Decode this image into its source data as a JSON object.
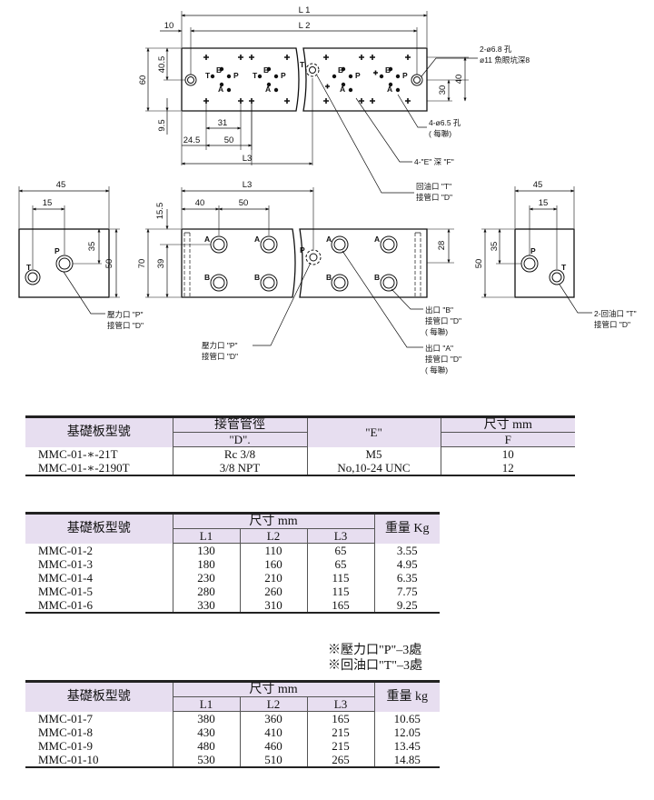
{
  "dims_top": {
    "L1": "L 1",
    "L2": "L 2",
    "d10": "10",
    "d60": "60",
    "d40_5": "40.5",
    "d9_5": "9.5",
    "d31": "31",
    "d24_5": "24.5",
    "d50": "50",
    "L3": "L3",
    "d30": "30",
    "d40": "40"
  },
  "callouts_top": {
    "hole2_a": "2-ø6.8 孔",
    "hole2_b": "ø11 魚眼坑深8",
    "hole4_a": "4-ø6.5 孔",
    "hole4_b": "( 每聯)",
    "ef": "4-\"E\" 深 \"F\"",
    "tport_a": "回油口 \"T\"",
    "tport_b": "接管口 \"D\""
  },
  "dims_left": {
    "d45": "45",
    "d15": "15",
    "d35": "35",
    "d50": "50"
  },
  "dims_front": {
    "L3": "L3",
    "d40": "40",
    "d50": "50",
    "d15_5": "15.5",
    "d70": "70",
    "d39": "39",
    "d28": "28"
  },
  "dims_right": {
    "d45": "45",
    "d15": "15",
    "d35": "35",
    "d50": "50"
  },
  "port_letters": {
    "A": "A",
    "B": "B",
    "P": "P",
    "T": "T"
  },
  "callouts_front": {
    "pleft_a": "壓力口 \"P\"",
    "pleft_b": "接管口 \"D\"",
    "pmid_a": "壓力口 \"P\"",
    "pmid_b": "接管口 \"D\"",
    "b_a": "出口 \"B\"",
    "b_b": "接管口 \"D\"",
    "b_c": "( 每聯)",
    "a_a": "出口 \"A\"",
    "a_b": "接管口 \"D\"",
    "a_c": "( 每聯)",
    "t2_a": "2-回油口 \"T\"",
    "t2_b": "接管口 \"D\""
  },
  "table1": {
    "h_model": "基礎板型號",
    "h_pipe": "接管管徑",
    "h_pipe_sub": "\"D\".",
    "h_e": "\"E\"",
    "h_size": "尺寸 mm",
    "h_f": "F",
    "rows": [
      {
        "model": "MMC-01-∗-21T",
        "d": "Rc 3/8",
        "e": "M5",
        "f": "10"
      },
      {
        "model": "MMC-01-∗-2190T",
        "d": "3/8 NPT",
        "e": "No,10-24 UNC",
        "f": "12"
      }
    ]
  },
  "table2": {
    "h_model": "基礎板型號",
    "h_size": "尺寸 mm",
    "h_l1": "L1",
    "h_l2": "L2",
    "h_l3": "L3",
    "h_weight": "重量 Kg",
    "rows": [
      {
        "model": "MMC-01-2",
        "l1": "130",
        "l2": "110",
        "l3": "65",
        "w": "3.55"
      },
      {
        "model": "MMC-01-3",
        "l1": "180",
        "l2": "160",
        "l3": "65",
        "w": "4.95"
      },
      {
        "model": "MMC-01-4",
        "l1": "230",
        "l2": "210",
        "l3": "115",
        "w": "6.35"
      },
      {
        "model": "MMC-01-5",
        "l1": "280",
        "l2": "260",
        "l3": "115",
        "w": "7.75"
      },
      {
        "model": "MMC-01-6",
        "l1": "330",
        "l2": "310",
        "l3": "165",
        "w": "9.25"
      }
    ]
  },
  "notes": {
    "p": "※壓力口\"P\"–3處",
    "t": "※回油口\"T\"–3處"
  },
  "table3": {
    "h_model": "基礎板型號",
    "h_size": "尺寸 mm",
    "h_l1": "L1",
    "h_l2": "L2",
    "h_l3": "L3",
    "h_weight": "重量 kg",
    "rows": [
      {
        "model": "MMC-01-7",
        "l1": "380",
        "l2": "360",
        "l3": "165",
        "w": "10.65"
      },
      {
        "model": "MMC-01-8",
        "l1": "430",
        "l2": "410",
        "l3": "215",
        "w": "12.05"
      },
      {
        "model": "MMC-01-9",
        "l1": "480",
        "l2": "460",
        "l3": "215",
        "w": "13.45"
      },
      {
        "model": "MMC-01-10",
        "l1": "530",
        "l2": "510",
        "l3": "265",
        "w": "14.85"
      }
    ]
  }
}
